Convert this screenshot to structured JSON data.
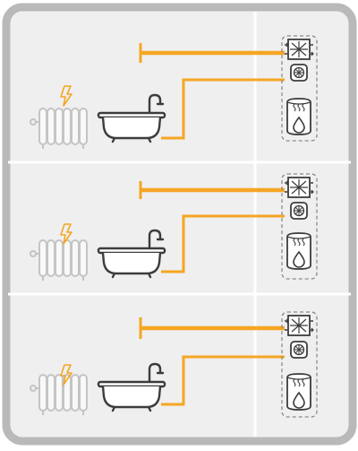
{
  "floors": [
    {
      "index": 1,
      "elements": [
        "radiator-icon",
        "electric-bolt-icon",
        "bathtub-icon",
        "ventilation-unit-icon",
        "heat-pump-icon",
        "hot-water-tank-icon"
      ]
    },
    {
      "index": 2,
      "elements": [
        "radiator-icon",
        "electric-bolt-icon",
        "bathtub-icon",
        "ventilation-unit-icon",
        "heat-pump-icon",
        "hot-water-tank-icon"
      ]
    },
    {
      "index": 3,
      "elements": [
        "radiator-icon",
        "electric-bolt-icon",
        "bathtub-icon",
        "ventilation-unit-icon",
        "heat-pump-icon",
        "hot-water-tank-icon"
      ]
    }
  ],
  "colors": {
    "frame": "#b9b9b9",
    "panel": "#efefef",
    "divider": "#ffffff",
    "pipe": "#f5a623",
    "bolt": "#f5a623",
    "icon_stroke": "#3c3c3c",
    "radiator_stroke": "#c4c4c4",
    "dashed_box": "#8a8a8a"
  }
}
